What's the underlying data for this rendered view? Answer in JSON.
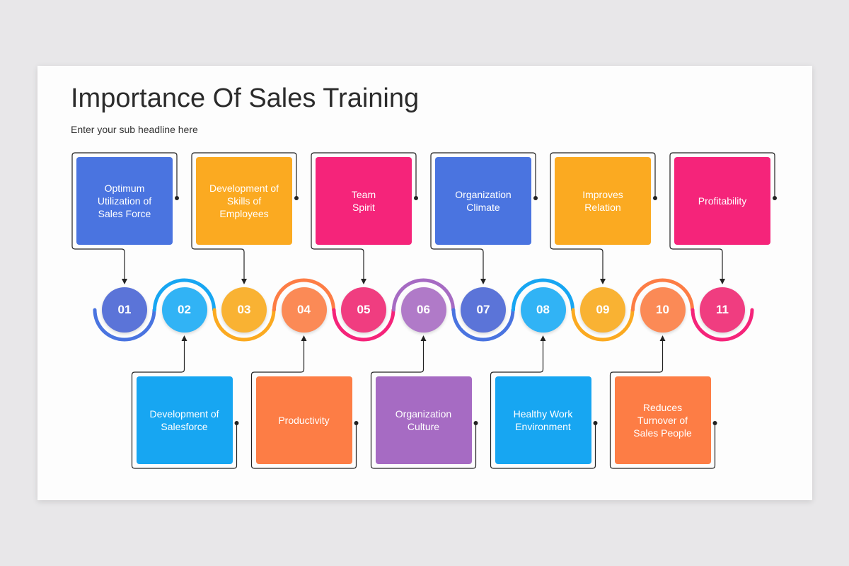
{
  "title": "Importance Of Sales Training",
  "subtitle": "Enter your sub headline here",
  "steps": [
    {
      "num": "01",
      "label": "Optimum\nUtilization of\nSales Force",
      "color": "#4a74e0",
      "circle_color": "#5b74d8"
    },
    {
      "num": "02",
      "label": "Development of\nSalesforce",
      "color": "#17a6f2",
      "circle_color": "#31b3f5"
    },
    {
      "num": "03",
      "label": "Development of\nSkills of\nEmployees",
      "color": "#fbaa21",
      "circle_color": "#f9b233"
    },
    {
      "num": "04",
      "label": "Productivity",
      "color": "#fd7d45",
      "circle_color": "#fb8a56"
    },
    {
      "num": "05",
      "label": "Team\nSpirit",
      "color": "#f5247a",
      "circle_color": "#f03d80"
    },
    {
      "num": "06",
      "label": "Organization\nCulture",
      "color": "#a66bc3",
      "circle_color": "#b07ac8"
    },
    {
      "num": "07",
      "label": "Organization\nClimate",
      "color": "#4a74e0",
      "circle_color": "#5b74d8"
    },
    {
      "num": "08",
      "label": "Healthy Work\nEnvironment",
      "color": "#17a6f2",
      "circle_color": "#31b3f5"
    },
    {
      "num": "09",
      "label": "Improves\nRelation",
      "color": "#fbaa21",
      "circle_color": "#f9b233"
    },
    {
      "num": "10",
      "label": "Reduces\nTurnover of\nSales People",
      "color": "#fd7d45",
      "circle_color": "#fb8a56"
    },
    {
      "num": "11",
      "label": "Profitability",
      "color": "#f5247a",
      "circle_color": "#f03d80"
    }
  ]
}
